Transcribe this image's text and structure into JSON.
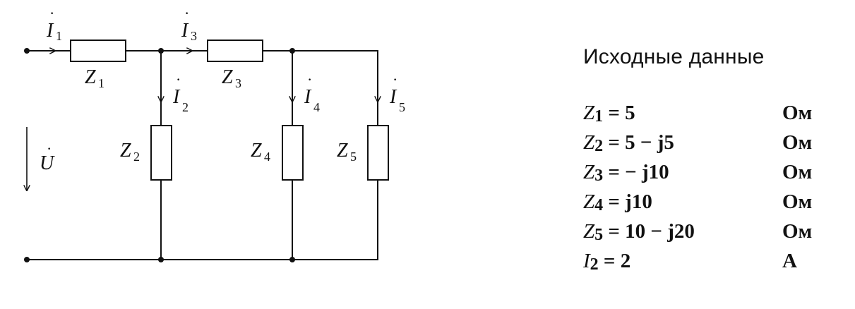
{
  "circuit": {
    "currents": [
      {
        "symbol": "I",
        "index": "1"
      },
      {
        "symbol": "I",
        "index": "2"
      },
      {
        "symbol": "I",
        "index": "3"
      },
      {
        "symbol": "I",
        "index": "4"
      },
      {
        "symbol": "I",
        "index": "5"
      }
    ],
    "impedances": [
      {
        "symbol": "Z",
        "index": "1"
      },
      {
        "symbol": "Z",
        "index": "2"
      },
      {
        "symbol": "Z",
        "index": "3"
      },
      {
        "symbol": "Z",
        "index": "4"
      },
      {
        "symbol": "Z",
        "index": "5"
      }
    ],
    "voltage": {
      "symbol": "U"
    },
    "dot_mark": "·"
  },
  "panel": {
    "title": "Исходные данные",
    "rows": [
      {
        "symbol": "Z",
        "index": "1",
        "value": "= 5",
        "unit": "Ом"
      },
      {
        "symbol": "Z",
        "index": "2",
        "value": "= 5 − j5",
        "unit": "Ом"
      },
      {
        "symbol": "Z",
        "index": "3",
        "value": "= − j10",
        "unit": "Ом"
      },
      {
        "symbol": "Z",
        "index": "4",
        "value": "= j10",
        "unit": "Ом"
      },
      {
        "symbol": "Z",
        "index": "5",
        "value": "= 10 − j20",
        "unit": "Ом"
      },
      {
        "symbol": "I",
        "index": "2",
        "value": "= 2",
        "unit": "А"
      }
    ]
  }
}
